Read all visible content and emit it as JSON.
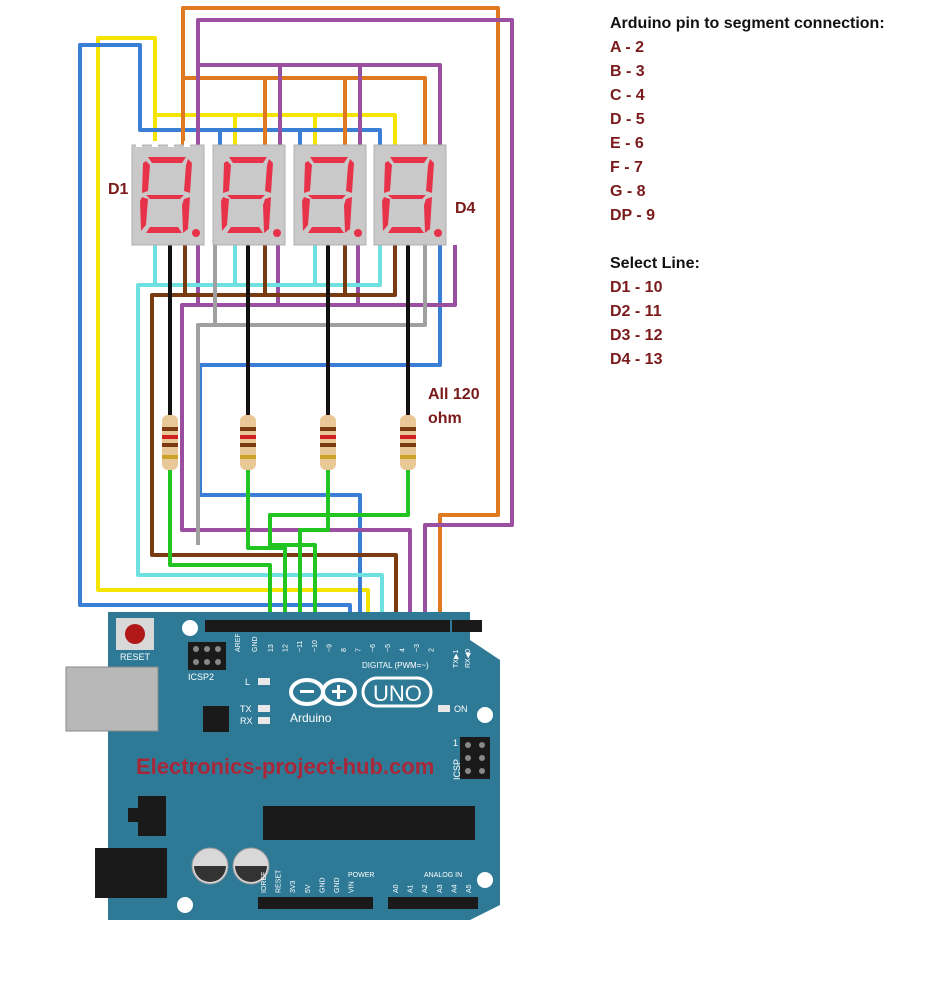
{
  "legend": {
    "title": "Arduino pin to segment connection:",
    "segments": [
      "A - 2",
      "B - 3",
      "C - 4",
      "D - 5",
      "E - 6",
      "F - 7",
      "G - 8",
      "DP - 9"
    ],
    "select_title": "Select Line:",
    "selects": [
      "D1 - 10",
      "D2 - 11",
      "D3 - 12",
      "D4 - 13"
    ]
  },
  "labels": {
    "d1": "D1",
    "d4": "D4",
    "resistor_line1": "All 120",
    "resistor_line2": "ohm"
  },
  "board": {
    "reset": "RESET",
    "icsp2": "ICSP2",
    "aref": "AREF",
    "gnd": "GND",
    "digital": "DIGITAL (PWM=~)",
    "tx": "TX",
    "rx": "RX",
    "l": "L",
    "on": "ON",
    "uno": "UNO",
    "brand": "Arduino",
    "icsp": "ICSP",
    "icsp_num": "1",
    "watermark": "Electronics-project-hub.com",
    "power": "POWER",
    "analog_in": "ANALOG IN",
    "txd": "TX▶1",
    "rxd": "RX◀0",
    "digital_pins": [
      "13",
      "12",
      "~11",
      "~10",
      "~9",
      "8",
      "7",
      "~6",
      "~5",
      "4",
      "~3",
      "2"
    ],
    "power_pins": [
      "IOREF",
      "RESET",
      "3V3",
      "5V",
      "GND",
      "GND",
      "VIN"
    ],
    "analog_pins": [
      "A0",
      "A1",
      "A2",
      "A3",
      "A4",
      "A5"
    ]
  },
  "colors": {
    "board": "#2e7a96",
    "segment": "#e8324a",
    "display_body": "#c9c9c9",
    "wire_yellow": "#f5e400",
    "wire_blue": "#3a7fd5",
    "wire_orange": "#e07a20",
    "wire_purple": "#9a4fa0",
    "wire_cyan": "#6fe0e0",
    "wire_brown": "#7a3a12",
    "wire_gray": "#a0a0a0",
    "wire_green": "#22c422",
    "wire_black": "#111111",
    "text_label": "#7a1a1a"
  }
}
